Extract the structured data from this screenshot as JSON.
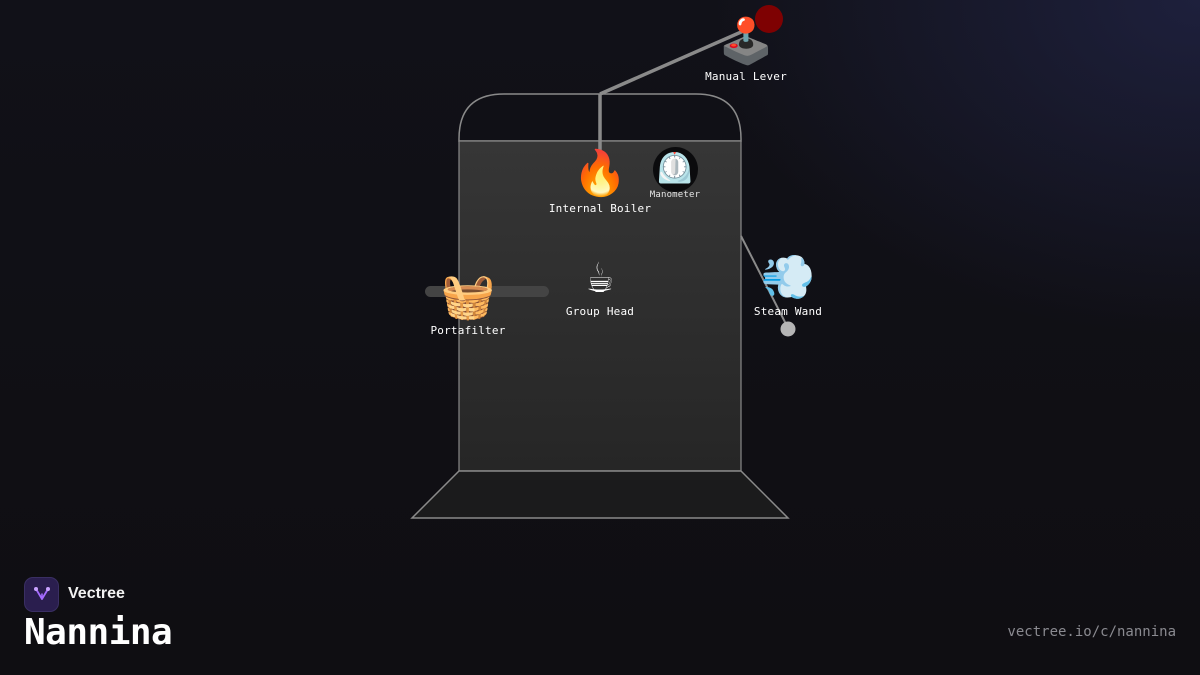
{
  "brand": {
    "name": "Vectree",
    "logo_icon": "vectree-fork-icon",
    "accent": "#a56bff"
  },
  "title": "Nannina",
  "url": "vectree.io/c/nannina",
  "components": {
    "manual_lever": {
      "label": "Manual Lever",
      "icon": "joystick-icon",
      "glyph": "🕹️"
    },
    "internal_boiler": {
      "label": "Internal Boiler",
      "icon": "fire-icon",
      "glyph": "🔥"
    },
    "manometer": {
      "label": "Manometer",
      "icon": "pressure-gauge-icon",
      "glyph": "⏲️"
    },
    "group_head": {
      "label": "Group Head",
      "icon": "hot-beverage-icon",
      "glyph": "☕"
    },
    "portafilter": {
      "label": "Portafilter",
      "icon": "basket-icon",
      "glyph": "🧺"
    },
    "steam_wand": {
      "label": "Steam Wand",
      "icon": "steam-puff-icon",
      "glyph": "💨"
    }
  },
  "colors": {
    "machine_body": "#2e2e2e",
    "outline": "#8a8a8a",
    "lever_knob": "#8b0000",
    "steam_tip": "#b5b5b5"
  }
}
